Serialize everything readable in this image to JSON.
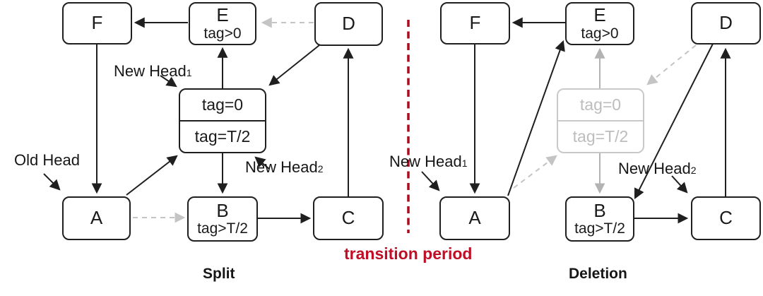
{
  "left": {
    "caption": "Split",
    "f": "F",
    "e": "E",
    "e_tag": "tag>0",
    "d": "D",
    "mid_top": "tag=0",
    "mid_bot": "tag=T/2",
    "a": "A",
    "b": "B",
    "b_tag": "tag>T/2",
    "c": "C",
    "new_head1": "New Head",
    "new_head1_sub": "1",
    "new_head2": "New Head",
    "new_head2_sub": "2",
    "old_head": "Old Head"
  },
  "right": {
    "caption": "Deletion",
    "f": "F",
    "e": "E",
    "e_tag": "tag>0",
    "d": "D",
    "mid_top": "tag=0",
    "mid_bot": "tag=T/2",
    "a": "A",
    "b": "B",
    "b_tag": "tag>T/2",
    "c": "C",
    "new_head1": "New Head",
    "new_head1_sub": "1",
    "new_head2": "New Head",
    "new_head2_sub": "2"
  },
  "divider": {
    "label": "transition period"
  },
  "colors": {
    "ink": "#1a1a1a",
    "muted_gray": "#bdbdbd",
    "gray_arrow": "#b3b3b3",
    "gray_dashed": "#c4c4c4",
    "accent_red": "#c00e26",
    "divider_red": "#ad0c1e"
  }
}
